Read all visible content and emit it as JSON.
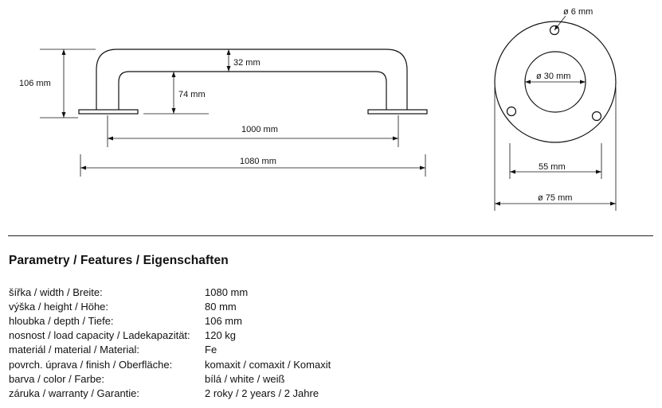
{
  "drawing": {
    "dims": {
      "height_total": "106 mm",
      "top_thickness": "32 mm",
      "inner_height": "74 mm",
      "inner_span": "1000 mm",
      "total_length": "1080 mm",
      "hole_dia": "ø 6 mm",
      "center_dia": "ø 30 mm",
      "hole_spacing": "55 mm",
      "plate_dia": "ø 75 mm"
    }
  },
  "section": {
    "title": "Parametry / Features / Eigenschaften"
  },
  "params": [
    {
      "label": "šířka / width / Breite:",
      "value": "1080 mm"
    },
    {
      "label": "výška / height / Höhe:",
      "value": "80 mm"
    },
    {
      "label": "hloubka / depth / Tiefe:",
      "value": "106 mm"
    },
    {
      "label": "nosnost / load capacity / Ladekapazität:",
      "value": "120 kg"
    },
    {
      "label": "materiál / material / Material:",
      "value": "Fe"
    },
    {
      "label": "povrch. úprava / finish / Oberfläche:",
      "value": "komaxit / comaxit / Komaxit"
    },
    {
      "label": "barva / color / Farbe:",
      "value": "bílá / white / weiß"
    },
    {
      "label": "záruka / warranty / Garantie:",
      "value": "2 roky / 2 years / 2 Jahre"
    }
  ]
}
